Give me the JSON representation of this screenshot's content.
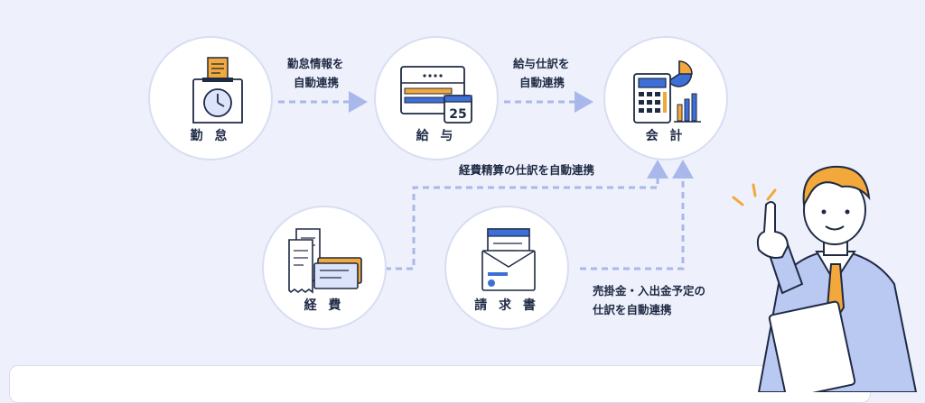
{
  "nodes": {
    "kintai": {
      "label": "勤 怠"
    },
    "kyuyo": {
      "label": "給 与"
    },
    "kaikei": {
      "label": "会 計"
    },
    "keihi": {
      "label": "経 費"
    },
    "seikyu": {
      "label": "請 求 書"
    }
  },
  "icons": {
    "kintai": "time-clock-icon",
    "kyuyo": "payroll-calendar-icon",
    "kaikei": "calculator-chart-icon",
    "keihi": "receipts-icon",
    "seikyu": "invoice-envelope-icon"
  },
  "calendar_day": "25",
  "flows": {
    "kintai_to_kyuyo": {
      "line1": "勤怠情報を",
      "line2": "自動連携"
    },
    "kyuyo_to_kaikei": {
      "line1": "給与仕訳を",
      "line2": "自動連携"
    },
    "keihi_to_kaikei": {
      "line1": "経費精算の仕訳を自動連携"
    },
    "seikyu_to_kaikei": {
      "line1": "売掛金・入出金予定の",
      "line2": "仕訳を自動連携"
    }
  },
  "colors": {
    "background": "#eef1fb",
    "connector": "#a9b8ea",
    "accent_blue": "#3d6fd6",
    "accent_orange": "#f2a83a",
    "navy": "#1f2a44"
  }
}
